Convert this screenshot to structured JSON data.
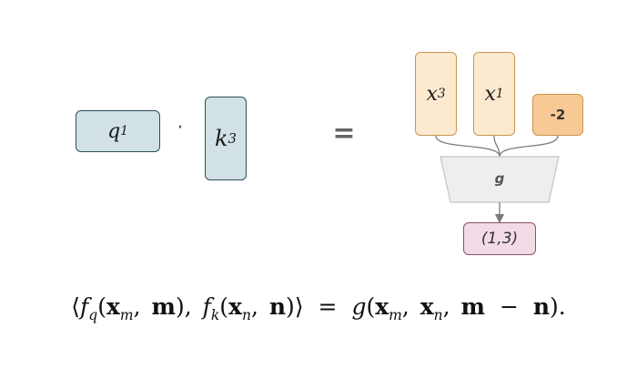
{
  "left_side": {
    "query": {
      "base": "q",
      "index": "1"
    },
    "dot_operator": "·",
    "key": {
      "base": "k",
      "index": "3"
    },
    "equals": "="
  },
  "right_side": {
    "inputs": [
      {
        "base": "x",
        "index": "3"
      },
      {
        "base": "x",
        "index": "1"
      }
    ],
    "offset_value": "-2",
    "function_label": "g",
    "output_label": "(1,3)"
  },
  "formula": {
    "text": "⟨f_q(x_m, m), f_k(x_n, n)⟩ = g(x_m, x_n, m − n)."
  },
  "colors": {
    "qk_fill": "#d2e1e5",
    "qk_border": "#2f4f5a",
    "x_fill": "#fde9cf",
    "offset_fill": "#f9c995",
    "x_border": "#c8964f",
    "g_fill": "#eeeeee",
    "output_fill": "#f2dbe6",
    "output_border": "#8d4f6f",
    "connector": "#7a7a7a"
  }
}
